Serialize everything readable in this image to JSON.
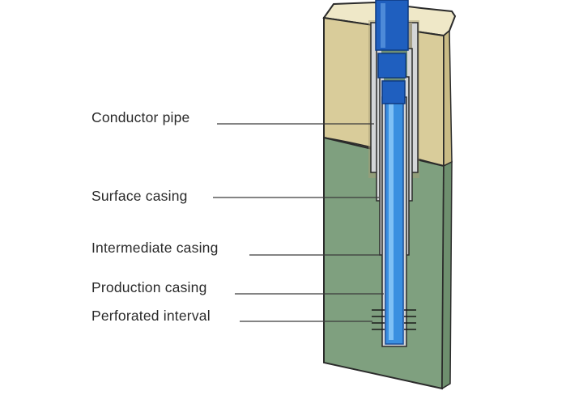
{
  "labels": {
    "conductor_pipe": "Conductor pipe",
    "surface_casing": "Surface casing",
    "intermediate_casing": "Intermediate casing",
    "production_casing": "Production casing",
    "perforated_interval": "Perforated interval"
  },
  "colors": {
    "topsoil": "#d9cc9a",
    "bedrock": "#7fa07f",
    "pipe_blue": "#1f5fbf",
    "inner_blue": "#3a8fe0",
    "casing": "#d4d6d8",
    "outline": "#2b2b2b"
  }
}
